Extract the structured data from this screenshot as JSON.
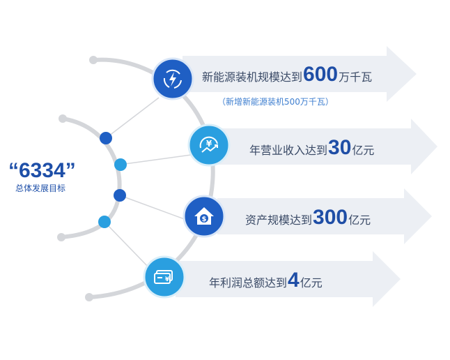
{
  "badge": {
    "number": "“6334”",
    "subtitle": "总体发展目标"
  },
  "goals": [
    {
      "prefix": "新能源装机规模达到",
      "value": "600",
      "unit": "万千瓦",
      "note": "（新增新能源装机500万千瓦）",
      "icon": "power-cycle-icon",
      "color": "#1f5fc4"
    },
    {
      "prefix": "年营业收入达到",
      "value": "30",
      "unit": "亿元",
      "icon": "yen-growth-icon",
      "color": "#2a9fe0"
    },
    {
      "prefix": "资产规模达到",
      "value": "300",
      "unit": "亿元",
      "icon": "house-dollar-icon",
      "color": "#1f5fc4"
    },
    {
      "prefix": "年利润总额达到",
      "value": "4",
      "unit": "亿元",
      "icon": "bill-yen-icon",
      "color": "#2a9fe0"
    }
  ],
  "colors": {
    "arrow": "#eceff4",
    "line": "#d4d6da",
    "dark_blue": "#1f5fc4",
    "light_blue": "#2a9fe0",
    "text_blue": "#1f4ea6"
  }
}
